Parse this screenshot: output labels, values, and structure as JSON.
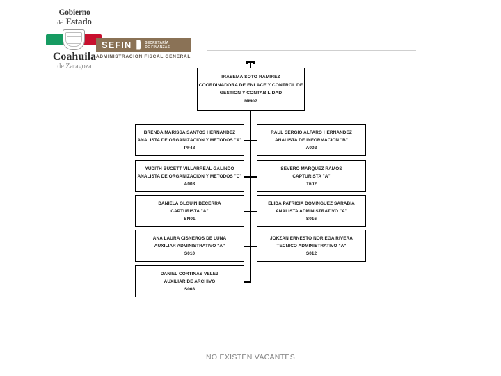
{
  "logo": {
    "gobierno": "Gobierno",
    "del": "del",
    "estado": "Estado",
    "state_name": "Coahuila",
    "state_sub": "de Zaragoza",
    "sefin": "SEFIN",
    "sefin_sub_line1": "SECRETARÍA",
    "sefin_sub_line2": "DE FINANZAS",
    "afg": "ADMINISTRACIÓN FISCAL GENERAL"
  },
  "chart_data": {
    "type": "org-chart",
    "title": "",
    "root": {
      "name": "IRASEMA SOTO RAMIREZ",
      "title": "COORDINADORA DE ENLACE Y CONTROL DE",
      "title2": "GESTION Y CONTABILIDAD",
      "code": "MM07"
    },
    "nodes": [
      {
        "name": "BRENDA MARISSA SANTOS HERNANDEZ",
        "title": "ANALISTA DE ORGANIZACION Y METODOS \"A\"",
        "code": "PF48",
        "side": "left",
        "row": 1
      },
      {
        "name": "RAUL SERGIO ALFARO HERNANDEZ",
        "title": "ANALISTA DE INFORMACION \"B\"",
        "code": "A002",
        "side": "right",
        "row": 1
      },
      {
        "name": "YUDITH BUCETT VILLARREAL GALINDO",
        "title": "ANALISTA DE ORGANIZACION Y METODOS \"C\"",
        "code": "A003",
        "side": "left",
        "row": 2
      },
      {
        "name": "SEVERO MARQUEZ RAMOS",
        "title": "CAPTURISTA \"A\"",
        "code": "T602",
        "side": "right",
        "row": 2
      },
      {
        "name": "DANIELA OLGUIN BECERRA",
        "title": "CAPTURISTA \"A\"",
        "code": "SN01",
        "side": "left",
        "row": 3
      },
      {
        "name": "ELIDA PATRICIA DOMINGUEZ SARABIA",
        "title": "ANALISTA ADMINISTRATIVO \"A\"",
        "code": "S016",
        "side": "right",
        "row": 3
      },
      {
        "name": "ANA LAURA CISNEROS DE LUNA",
        "title": "AUXILIAR ADMINISTRATIVO \"A\"",
        "code": "S010",
        "side": "left",
        "row": 4
      },
      {
        "name": "JOKZAN ERNESTO NORIEGA RIVERA",
        "title": "TECNICO ADMINISTRATIVO \"A\"",
        "code": "S012",
        "side": "right",
        "row": 4
      },
      {
        "name": "DANIEL CORTINAS VELEZ",
        "title": "AUXILIAR DE ARCHIVO",
        "code": "S008",
        "side": "left",
        "row": 5
      }
    ],
    "layout": {
      "orientation": "vertical-spine",
      "levels": 2,
      "line_color": "#000000",
      "box_border_color": "#000000",
      "box_fill": "#ffffff"
    }
  },
  "footer": {
    "note": "NO EXISTEN VACANTES",
    "note_color": "#808080"
  }
}
